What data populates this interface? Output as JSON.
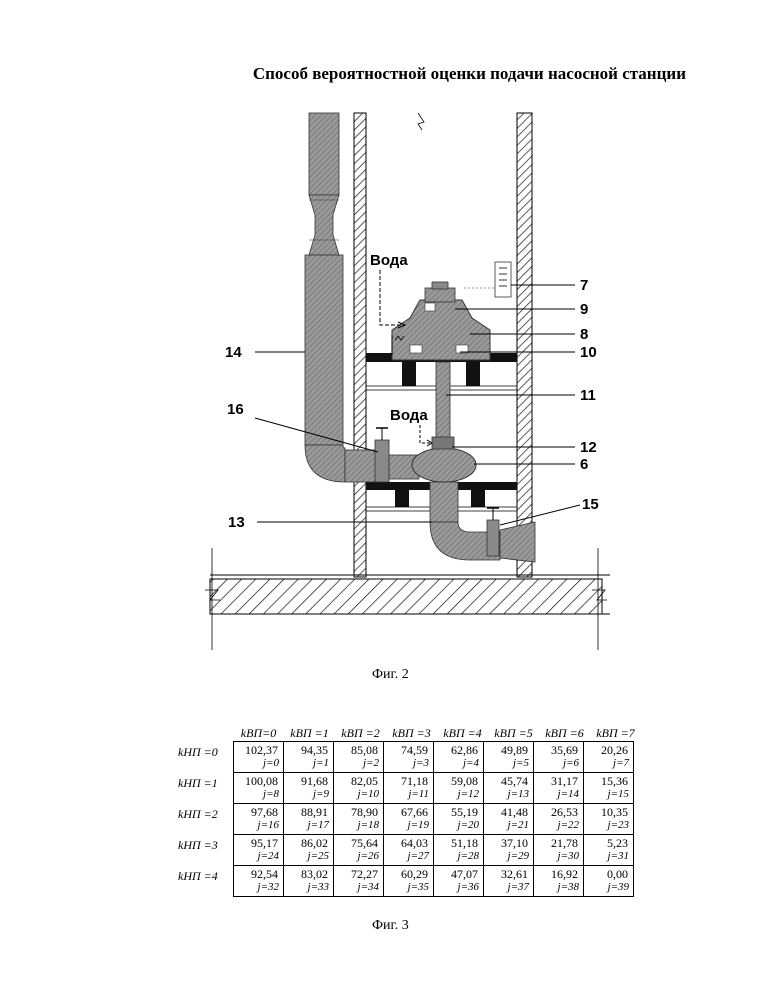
{
  "title": "Способ вероятностной оценки подачи насосной станции",
  "figure2": {
    "labels": {
      "water_top": "Вода",
      "water_mid": "Вода",
      "n7": "7",
      "n9": "9",
      "n8": "8",
      "n10": "10",
      "n11": "11",
      "n12": "12",
      "n6": "6",
      "n14": "14",
      "n16": "16",
      "n13": "13",
      "n15": "15"
    },
    "caption": "Фиг. 2"
  },
  "figure3": {
    "col_headers": [
      "kВП=0",
      "kВП =1",
      "kВП =2",
      "kВП =3",
      "kВП =4",
      "kВП =5",
      "kВП =6",
      "kВП =7"
    ],
    "row_headers": [
      "kНП =0",
      "kНП =1",
      "kНП =2",
      "kНП =3",
      "kНП =4"
    ],
    "values": [
      [
        "102,37",
        "94,35",
        "85,08",
        "74,59",
        "62,86",
        "49,89",
        "35,69",
        "20,26"
      ],
      [
        "100,08",
        "91,68",
        "82,05",
        "71,18",
        "59,08",
        "45,74",
        "31,17",
        "15,36"
      ],
      [
        "97,68",
        "88,91",
        "78,90",
        "67,66",
        "55,19",
        "41,48",
        "26,53",
        "10,35"
      ],
      [
        "95,17",
        "86,02",
        "75,64",
        "64,03",
        "51,18",
        "37,10",
        "21,78",
        "5,23"
      ],
      [
        "92,54",
        "83,02",
        "72,27",
        "60,29",
        "47,07",
        "32,61",
        "16,92",
        "0,00"
      ]
    ],
    "j_labels": [
      [
        "j=0",
        "j=1",
        "j=2",
        "j=3",
        "j=4",
        "j=5",
        "j=6",
        "j=7"
      ],
      [
        "j=8",
        "j=9",
        "j=10",
        "j=11",
        "j=12",
        "j=13",
        "j=14",
        "j=15"
      ],
      [
        "j=16",
        "j=17",
        "j=18",
        "j=19",
        "j=20",
        "j=21",
        "j=22",
        "j=23"
      ],
      [
        "j=24",
        "j=25",
        "j=26",
        "j=27",
        "j=28",
        "j=29",
        "j=30",
        "j=31"
      ],
      [
        "j=32",
        "j=33",
        "j=34",
        "j=35",
        "j=36",
        "j=37",
        "j=38",
        "j=39"
      ]
    ],
    "caption": "Фиг. 3"
  }
}
